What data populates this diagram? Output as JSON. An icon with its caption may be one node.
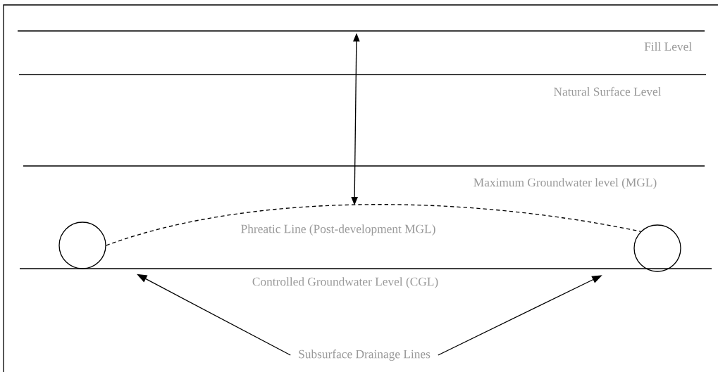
{
  "diagram": {
    "nodes": [
      {
        "text": [],
        "shape": "circle"
      },
      {
        "text": [],
        "shape": "circle"
      },
      {
        "text": [
          "Subsurface Drainage Lines"
        ]
      }
    ],
    "edges": [
      {
        "from": 2,
        "to": 0,
        "arrow": "to"
      },
      {
        "from": 2,
        "to": 1,
        "arrow": "to"
      },
      {
        "from": 0,
        "to": 1,
        "arrow": "none",
        "style": "dashed"
      }
    ],
    "labels": [
      "Fill Level",
      "Natural Surface Level",
      "Maximum Groundwater level (MGL)",
      "Phreatic Line (Post-development MGL)",
      "Controlled Groundwater Level (CGL)"
    ]
  }
}
